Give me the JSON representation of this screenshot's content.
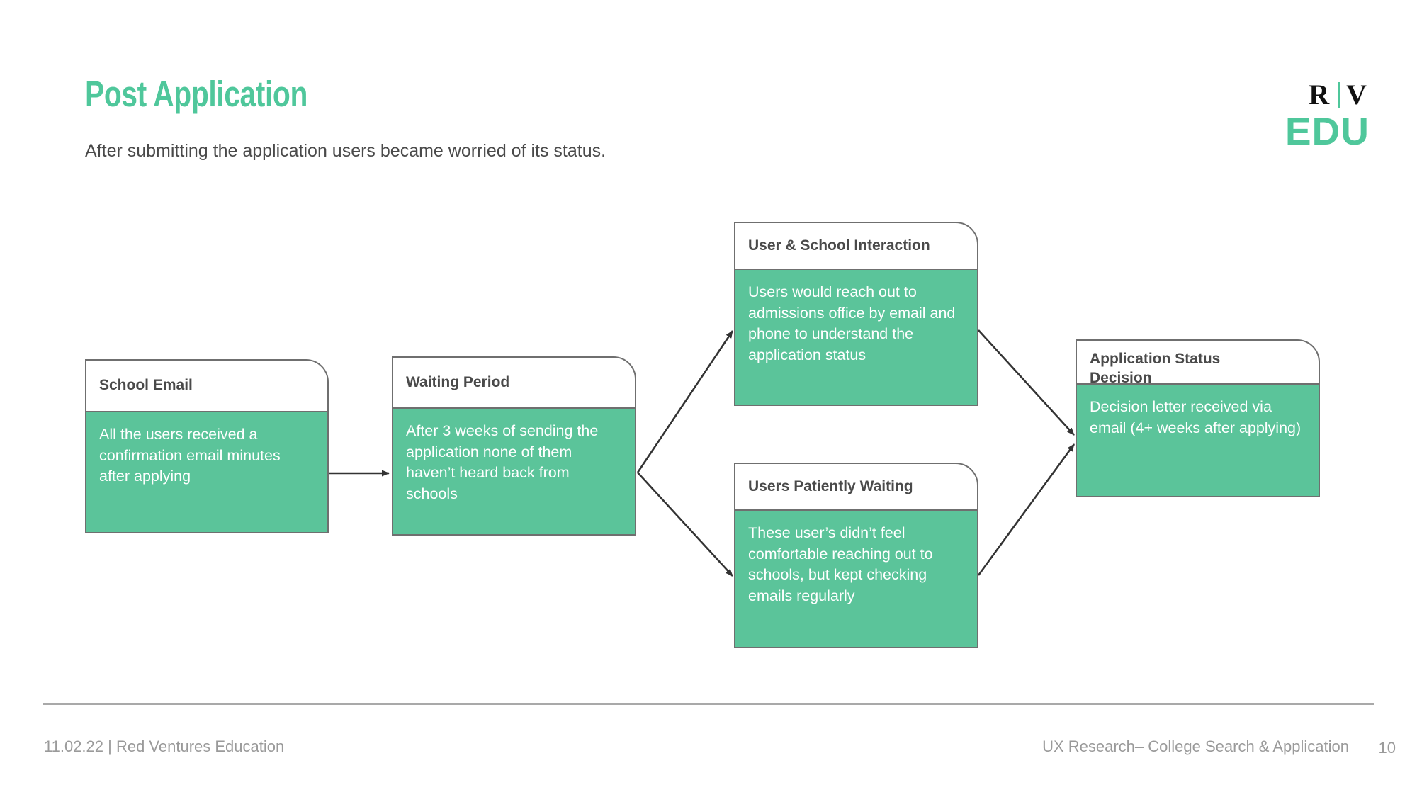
{
  "header": {
    "title": "Post Application",
    "subtitle": "After submitting the application users became worried of its status."
  },
  "logo": {
    "mark_left": "R",
    "mark_right": "V",
    "wordmark": "EDU",
    "divider": "vertical-bar",
    "colors": {
      "green": "#4FC79B",
      "black": "#111111"
    }
  },
  "flow": {
    "type": "flowchart",
    "accent_green": "#5BC49A",
    "border_gray": "#6F6F6F",
    "nodes": [
      {
        "id": "school-email",
        "title": "School Email",
        "body": "All the users received a confirmation email minutes after applying"
      },
      {
        "id": "waiting-period",
        "title": "Waiting Period",
        "body": "After 3 weeks of sending the application none of them haven’t heard back from schools"
      },
      {
        "id": "user-school-interaction",
        "title": "User & School Interaction",
        "body": "Users would reach out to admissions office by email and phone to understand the application status"
      },
      {
        "id": "users-patiently-waiting",
        "title": "Users Patiently Waiting",
        "body": "These user’s didn’t feel comfortable reaching out to schools, but kept checking emails regularly"
      },
      {
        "id": "application-status-decision",
        "title": "Application Status Decision",
        "body": "Decision letter received via email (4+ weeks after applying)"
      }
    ],
    "edges": [
      {
        "from": "school-email",
        "to": "waiting-period"
      },
      {
        "from": "waiting-period",
        "to": "user-school-interaction"
      },
      {
        "from": "waiting-period",
        "to": "users-patiently-waiting"
      },
      {
        "from": "user-school-interaction",
        "to": "application-status-decision"
      },
      {
        "from": "users-patiently-waiting",
        "to": "application-status-decision"
      }
    ]
  },
  "footer": {
    "left": "11.02.22  |  Red Ventures Education",
    "right": "UX Research– College Search & Application",
    "page": "10"
  }
}
